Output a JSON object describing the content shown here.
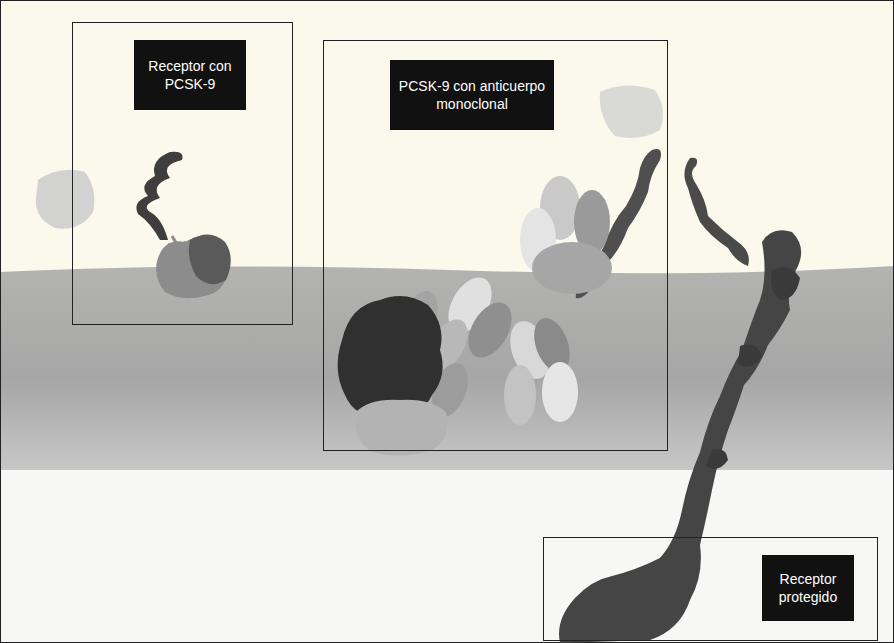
{
  "diagram": {
    "nodes": [
      {
        "text": [
          "Receptor con PCSK-9"
        ]
      },
      {
        "text": [
          "PCSK-9 con anticuerpo monoclonal"
        ]
      },
      {
        "text": [
          "Receptor protegido"
        ]
      }
    ]
  }
}
